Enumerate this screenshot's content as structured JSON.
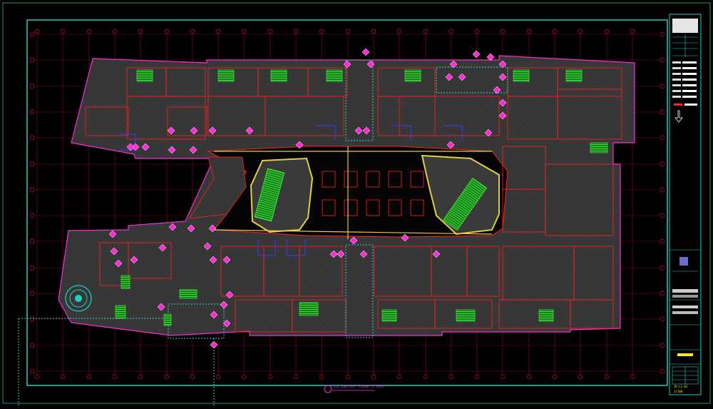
{
  "drawing": {
    "plan_title": "L1 LAYOUT PLAN    1:500",
    "plan_subtitle": "SCALE 1:500",
    "title_block": {
      "logo_caption": "",
      "project": "",
      "sheet_no": "ID-L1-01",
      "sheet_code": "1/100"
    }
  },
  "colors": {
    "background": "#000000",
    "border": "#1fd0c4",
    "grid": "#c01030",
    "walls": "#ff2020",
    "floor_fill": "#3a3a3a",
    "landscape": "#2fd02f",
    "outline": "#ff2bd6",
    "corridor": "#e0d040",
    "escalator_bound": "#3ad0d0",
    "accent_yellow": "#ffee00"
  },
  "icons": {
    "symbol_marker": "diamond-tag-icon",
    "north_arrow": "north-arrow-icon",
    "grid_bubble": "grid-bubble-icon"
  }
}
